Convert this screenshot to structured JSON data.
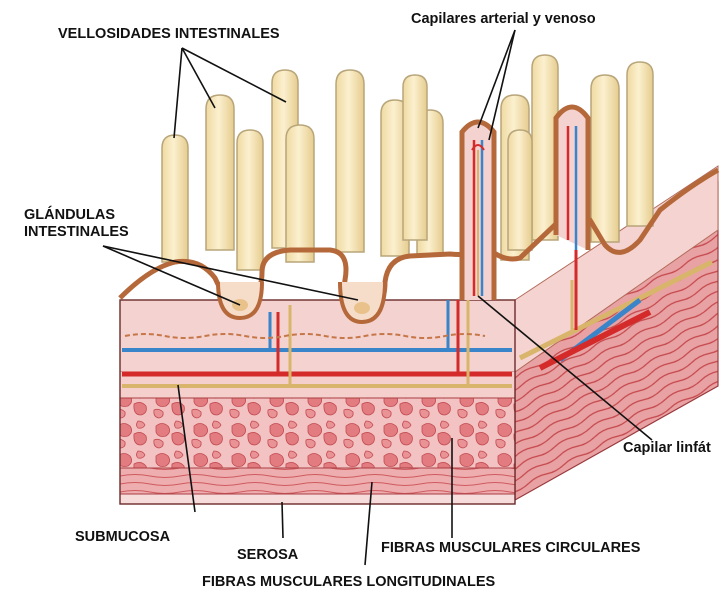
{
  "labels": {
    "vellosidades": "VELLOSIDADES INTESTINALES",
    "capilares": "Capilares arterial y venoso",
    "glandulas_line1": "GLÁNDULAS",
    "glandulas_line2": "INTESTINALES",
    "capilar_linfatico": "Capilar linfát",
    "submucosa": "SUBMUCOSA",
    "serosa": "SEROSA",
    "fibras_circulares": "FIBRAS MUSCULARES CIRCULARES",
    "fibras_longitudinales": "FIBRAS MUSCULARES LONGITUDINALES"
  },
  "colors": {
    "villus_fill": "#f6e6b8",
    "villus_outline": "#b8a57a",
    "mucosa": "#f3d2cf",
    "epithelium": "#b5683a",
    "submucosa": "#f1c8c6",
    "muscle": "#e9a5a7",
    "muscle_dark": "#c94a4e",
    "artery": "#d42a2a",
    "vein": "#3a84c9",
    "lymph": "#d8b56a"
  }
}
